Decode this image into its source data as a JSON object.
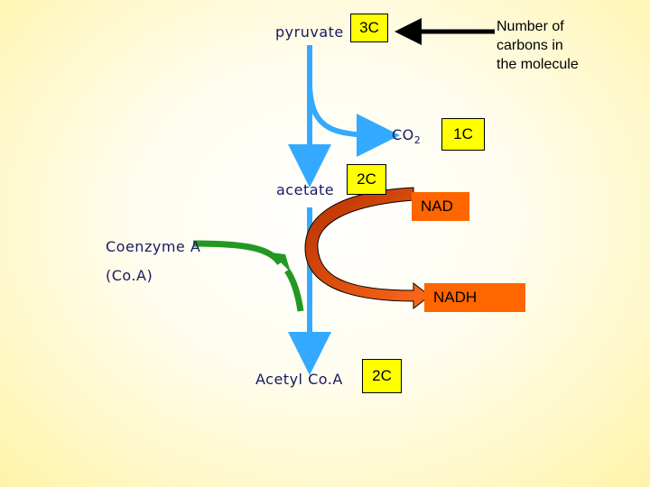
{
  "labels": {
    "pyruvate": "pyruvate",
    "acetate": "acetate",
    "coenzyme_a": "Coenzyme A",
    "coa": "(Co.A)",
    "acetyl_coa": "Acetyl Co.A",
    "co2_main": "CO",
    "co2_sub": "2"
  },
  "boxes": {
    "three_c": "3C",
    "one_c": "1C",
    "two_c_acetate": "2C",
    "two_c_acetyl": "2C",
    "nad": "NAD",
    "nadh": "NADH"
  },
  "note": {
    "line1": "Number of",
    "line2": "carbons in",
    "line3": "the molecule"
  },
  "colors": {
    "main_arrow": "#33aaff",
    "coa_arrow": "#229922",
    "nad_arrow": "#cc4400",
    "box_fill": "#ffff00",
    "nad_fill": "#ff6600"
  }
}
